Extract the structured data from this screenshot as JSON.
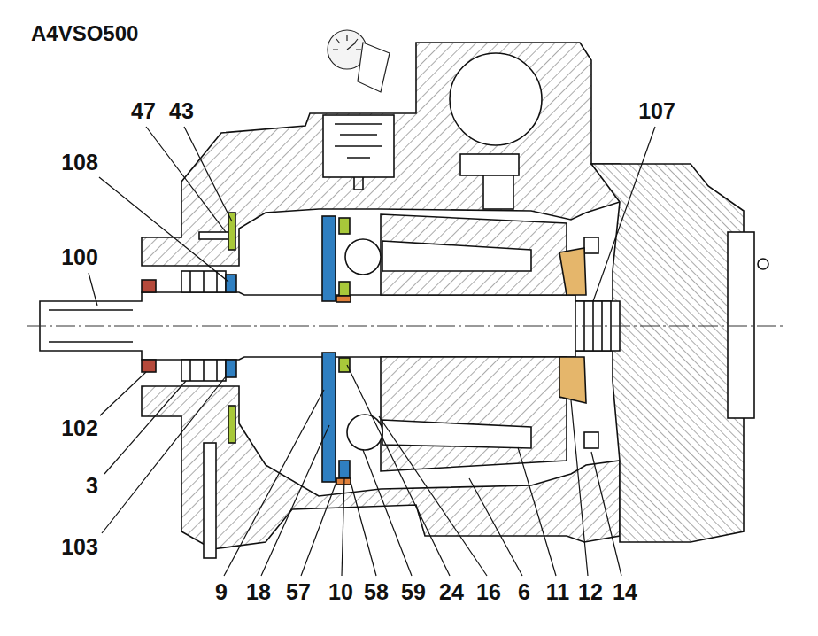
{
  "diagram": {
    "title": "A4VSO500",
    "labels": [
      "47",
      "43",
      "108",
      "100",
      "102",
      "3",
      "103",
      "107",
      "9",
      "18",
      "57",
      "10",
      "58",
      "59",
      "24",
      "16",
      "6",
      "11",
      "12",
      "14"
    ]
  }
}
